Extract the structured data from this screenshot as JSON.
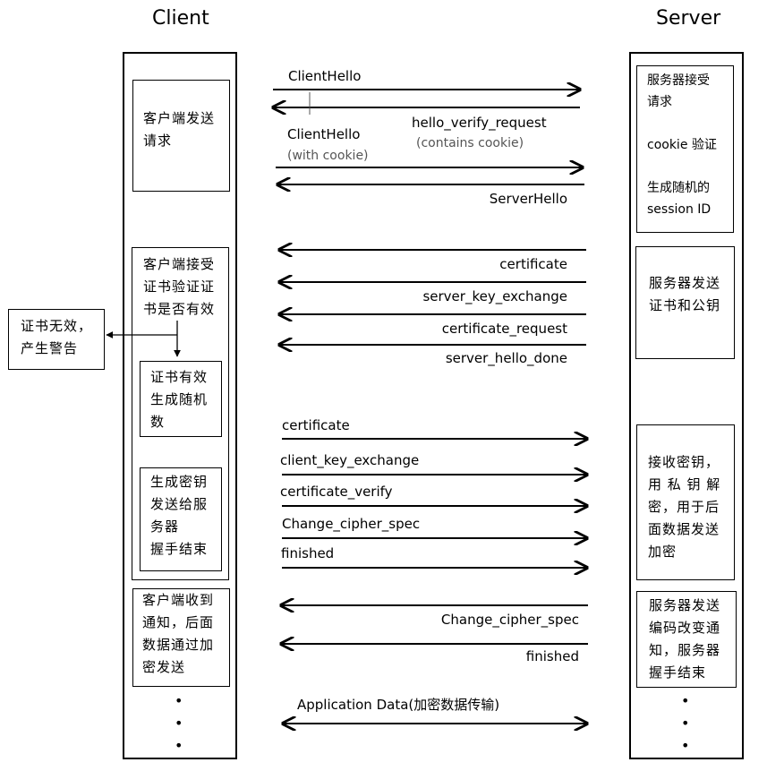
{
  "client_title": "Client",
  "server_title": "Server",
  "client_boxes": {
    "send_request": "客户端发送\n请求",
    "verify_cert": "客户端接受\n证书验证证\n书是否有效",
    "invalid": "证书无效，\n产生警告",
    "valid": "证书有效\n生成随机\n数",
    "gen_key": "生成密钥\n发送给服\n务器\n握手结束",
    "receive_notice": "客户端收到\n通知，后面\n数据通过加\n密发送"
  },
  "server_boxes": {
    "accept": "服务器接受\n请求\n\ncookie 验证\n\n生成随机的\nsession ID",
    "send_cert": "服务器发送\n证书和公钥",
    "receive_key": "接收密钥，\n用 私 钥 解\n密，用于后\n面数据发送\n加密",
    "send_change": "服务器发送\n编码改变通\n知，服务器\n握手结束"
  },
  "messages": {
    "client_hello": "ClientHello",
    "hello_verify_request": "hello_verify_request",
    "contains_cookie": "(contains cookie)",
    "client_hello_2": "ClientHello",
    "with_cookie": "(with cookie)",
    "server_hello": "ServerHello",
    "certificate_s": "certificate",
    "server_key_exchange": "server_key_exchange",
    "certificate_request": "certificate_request",
    "server_hello_done": "server_hello_done",
    "certificate_c": "certificate",
    "client_key_exchange": "client_key_exchange",
    "certificate_verify": "certificate_verify",
    "change_cipher_spec_c": "Change_cipher_spec",
    "finished_c": "finished",
    "change_cipher_spec_s": "Change_cipher_spec",
    "finished_s": "finished",
    "application_data": "Application Data(加密数据传输)"
  },
  "ellipsis": "•"
}
